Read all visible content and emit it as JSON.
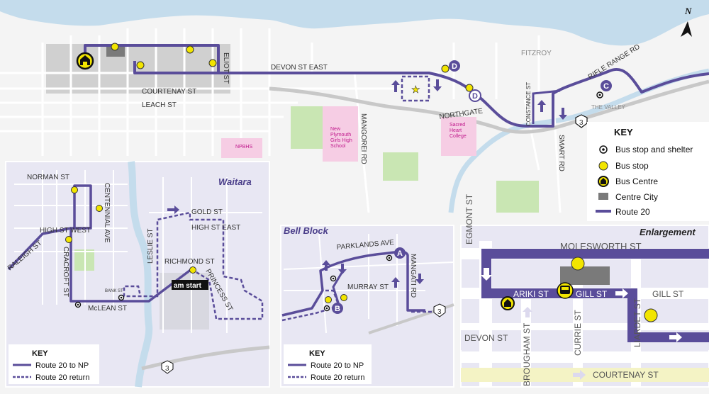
{
  "colors": {
    "route": "#5a4d9a",
    "water": "#c4dcec",
    "park": "#c9e6b3",
    "school": "#f6cde4",
    "centre_city": "#7a7a7a",
    "stop": "#f2e500",
    "land": "#f4f4f4",
    "inset_bg": "#e8e7f3",
    "road": "#ffffff",
    "highway": "#c8c8c8"
  },
  "main_map": {
    "north_label": "N",
    "streets": {
      "devon_st_east": "DEVON ST EAST",
      "eliot_st": "ELIOT ST",
      "courtenay_st": "COURTENAY ST",
      "leach_st": "LEACH ST",
      "mangorei_rd": "MANGOREI RD",
      "northgate": "NORTHGATE",
      "constance_st": "CONSTANCE ST",
      "smart_rd": "SMART RD",
      "rifle_range_rd": "RIFLE RANGE RD",
      "fitzroy": "FITZROY",
      "the_valley": "THE VALLEY"
    },
    "places": {
      "npbhs": "NPBHS",
      "girls_high": "New\nPlymouth\nGirls High\nSchool",
      "sacred_heart": "Sacred\nHeart\nCollege"
    },
    "highway_shield": "3",
    "markers": {
      "c": "C",
      "d1": "D",
      "d2": "D"
    }
  },
  "key_main": {
    "title": "KEY",
    "items": [
      "Bus stop and shelter",
      "Bus stop",
      "Bus Centre",
      "Centre City",
      "Route 20"
    ]
  },
  "waitara": {
    "title": "Waitara",
    "streets": {
      "norman_st": "NORMAN ST",
      "high_st_west": "HIGH ST  WEST",
      "raleigh_st": "RALEIGH ST",
      "cracroft_st": "CRACROFT ST",
      "centennial_ave": "CENTENNIAL AVE",
      "bank_st": "BANK ST",
      "mclean_st": "McLEAN ST",
      "leslie_st": "LESLIE ST",
      "gold_st": "GOLD ST",
      "high_st_east": "HIGH ST EAST",
      "richmond_st": "RICHMOND ST",
      "princess_st": "PRINCESS ST"
    },
    "am_start": "am start",
    "highway_shield": "3",
    "key": {
      "title": "KEY",
      "items": [
        "Route 20 to NP",
        "Route 20 return"
      ]
    }
  },
  "bell_block": {
    "title": "Bell Block",
    "streets": {
      "parklands_ave": "PARKLANDS AVE",
      "murray_st": "MURRAY ST",
      "mangati_rd": "MANGATI RD"
    },
    "markers": {
      "a": "A",
      "b": "B"
    },
    "highway_shield": "3",
    "key": {
      "title": "KEY",
      "items": [
        "Route 20 to NP",
        "Route 20 return"
      ]
    }
  },
  "enlargement": {
    "title": "Enlargement",
    "streets": {
      "molesworth_st": "MOLESWORTH ST",
      "egmont_st": "EGMONT ST",
      "ariki_st": "ARIKI ST",
      "gill_st_1": "GILL ST",
      "gill_st_2": "GILL ST",
      "devon_st": "DEVON ST",
      "brougham_st": "BROUGHAM ST",
      "currie_st": "CURRIE ST",
      "liardet_st": "LIARDET ST",
      "courtenay_st": "COURTENAY ST"
    }
  }
}
